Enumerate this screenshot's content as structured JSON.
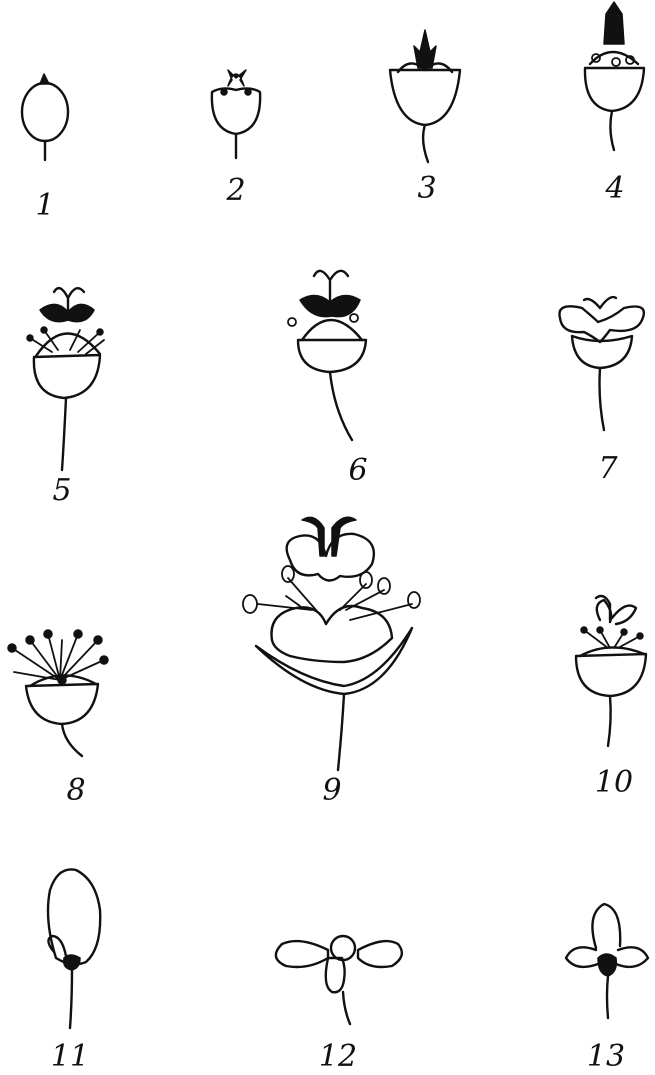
{
  "figure": {
    "labels": {
      "f1": "1",
      "f2": "2",
      "f3": "3",
      "f4": "4",
      "f5": "5",
      "f6": "6",
      "f7": "7",
      "f8": "8",
      "f9": "9",
      "f10": "10",
      "f11": "11",
      "f12": "12",
      "f13": "13"
    }
  }
}
